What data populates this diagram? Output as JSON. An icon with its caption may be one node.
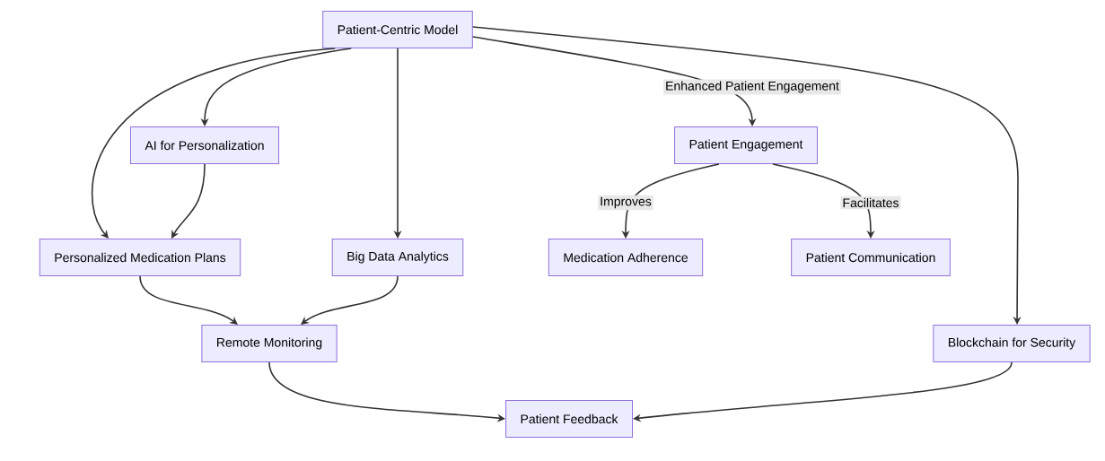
{
  "diagram": {
    "nodes": [
      {
        "text": [
          "Patient-Centric Model"
        ]
      },
      {
        "text": [
          "AI for Personalization"
        ]
      },
      {
        "text": [
          "Patient Engagement"
        ]
      },
      {
        "text": [
          "Personalized Medication Plans"
        ]
      },
      {
        "text": [
          "Big Data Analytics"
        ]
      },
      {
        "text": [
          "Medication Adherence"
        ]
      },
      {
        "text": [
          "Patient Communication"
        ]
      },
      {
        "text": [
          "Remote Monitoring"
        ]
      },
      {
        "text": [
          "Blockchain for Security"
        ]
      },
      {
        "text": [
          "Patient Feedback"
        ]
      }
    ],
    "edges": [
      {
        "from": 0,
        "to": 3,
        "arrow": "to"
      },
      {
        "from": 0,
        "to": 1,
        "arrow": "to"
      },
      {
        "from": 0,
        "to": 4,
        "arrow": "to"
      },
      {
        "from": 0,
        "to": 2,
        "arrow": "to",
        "label": "Enhanced Patient Engagement"
      },
      {
        "from": 0,
        "to": 8,
        "arrow": "to"
      },
      {
        "from": 1,
        "to": 3,
        "arrow": "to"
      },
      {
        "from": 2,
        "to": 5,
        "arrow": "to",
        "label": "Improves"
      },
      {
        "from": 2,
        "to": 6,
        "arrow": "to",
        "label": "Facilitates"
      },
      {
        "from": 3,
        "to": 7,
        "arrow": "to"
      },
      {
        "from": 4,
        "to": 7,
        "arrow": "to"
      },
      {
        "from": 7,
        "to": 9,
        "arrow": "to"
      },
      {
        "from": 8,
        "to": 9,
        "arrow": "to"
      }
    ]
  }
}
